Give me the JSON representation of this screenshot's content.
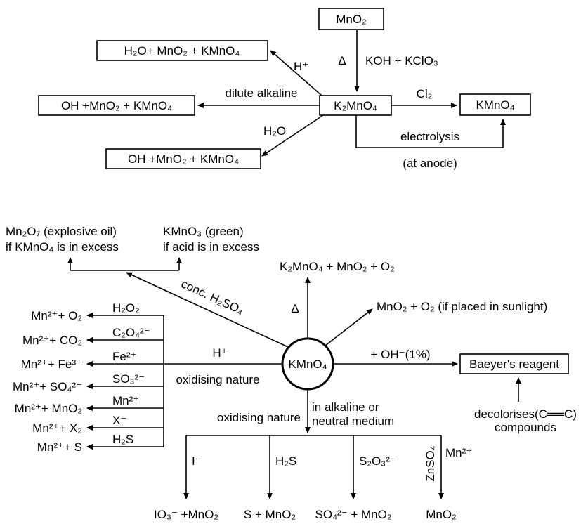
{
  "top": {
    "mno2": "MnO₂",
    "delta": "Δ",
    "koh_kclo3": "KOH + KClO₃",
    "k2mno4": "K₂MnO₄",
    "h_plus": "H⁺",
    "acid_product": "H₂O+ MnO₂ + KMnO₄",
    "dilute_alkaline": "dilute alkaline",
    "alkaline_product": "OH +MnO₂ + KMnO₄",
    "h2o": "H₂O",
    "water_product": "OH +MnO₂ + KMnO₄",
    "cl2": "Cl₂",
    "kmno4": "KMnO₄",
    "electrolysis": "electrolysis",
    "at_anode": "(at anode)"
  },
  "bottom": {
    "center": "KMnO₄",
    "mn2o7_line1": "Mn₂O₇ (explosive oil)",
    "mn2o7_line2": "if KMnO₄ is in excess",
    "kmno3_line1": "KMnO₃ (green)",
    "kmno3_line2": "if acid is in excess",
    "conc_h2so4": "conc. H₂SO₄",
    "delta": "Δ",
    "delta_product": "K₂MnO₄ + MnO₂ + O₂",
    "sunlight_product": "MnO₂ + O₂ (if placed in sunlight)",
    "h_plus": "H⁺",
    "oxidising_nature_acid": "oxidising nature",
    "oh_label": "+ OH⁻(1%)",
    "baeyer": "Baeyer's reagent",
    "decolorises": "decolorises(C══C)",
    "compounds": "compounds",
    "oxidising_nature_alk": "oxidising nature",
    "alk_line1": "in alkaline or",
    "alk_line2": "neutral medium",
    "acid_reactions": [
      {
        "reagent": "H₂O₂",
        "product": "Mn²⁺+ O₂"
      },
      {
        "reagent": "C₂O₄²⁻",
        "product": "Mn²⁺+ CO₂"
      },
      {
        "reagent": "Fe²⁺",
        "product": "Mn²⁺+ Fe³⁺"
      },
      {
        "reagent": "SO₃²⁻",
        "product": "Mn²⁺+ SO₄²⁻"
      },
      {
        "reagent": "Mn²⁺",
        "product": "Mn²⁺+ MnO₂"
      },
      {
        "reagent": "X⁻",
        "product": "Mn²⁺+ X₂"
      },
      {
        "reagent": "H₂S",
        "product": "Mn²⁺+ S"
      }
    ],
    "alk_reactions": [
      {
        "reagent": "I⁻",
        "product": "IO₃⁻ +MnO₂"
      },
      {
        "reagent": "H₂S",
        "product": "S + MnO₂"
      },
      {
        "reagent": "S₂O₃²⁻",
        "product": "SO₄²⁻ + MnO₂"
      },
      {
        "reagent": "Mn²⁺",
        "reagent_side": "ZnSO₄",
        "product": "MnO₂"
      }
    ]
  }
}
